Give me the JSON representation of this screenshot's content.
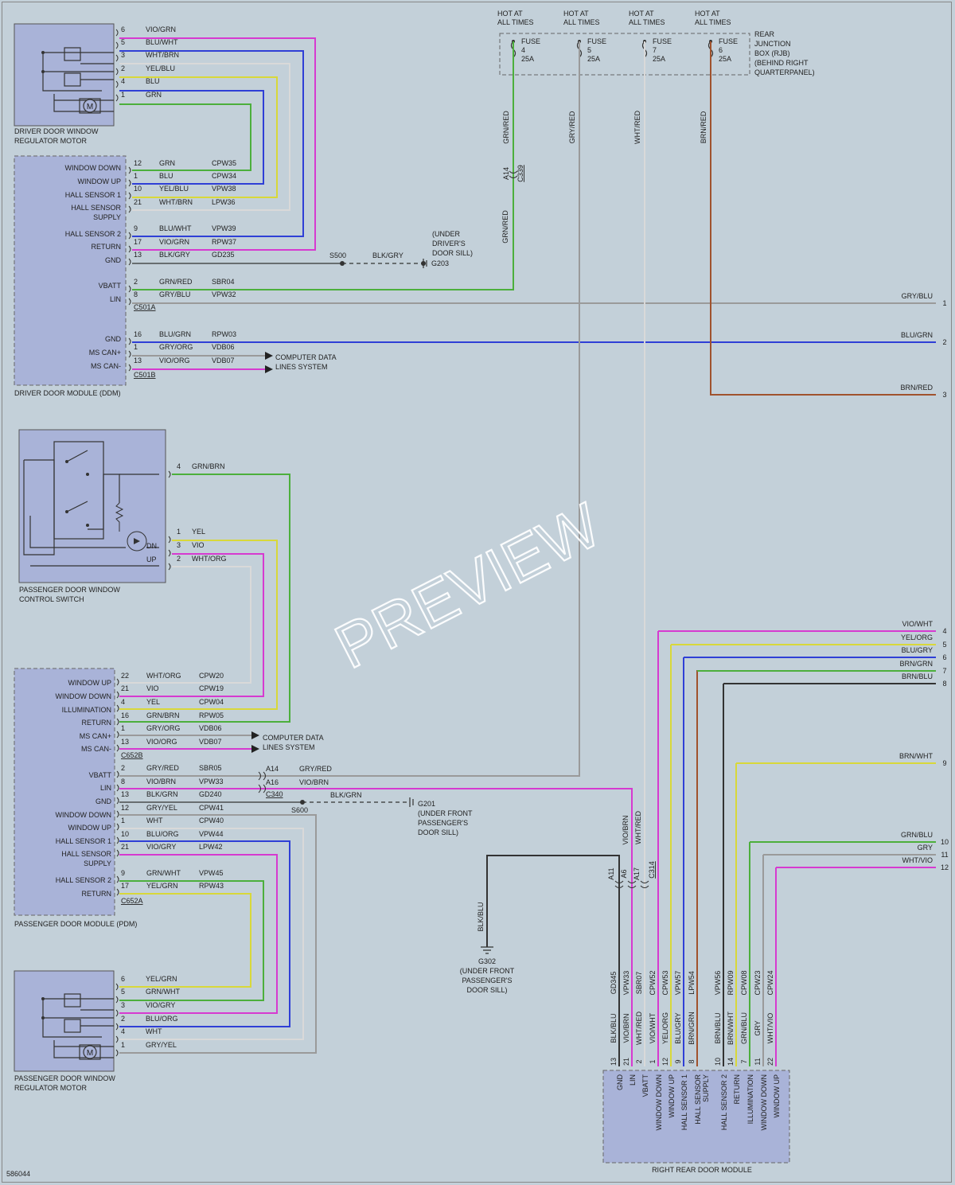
{
  "fuses": {
    "hot_label": "HOT AT\nALL TIMES",
    "items": [
      {
        "label": "FUSE\n4\n25A",
        "wire": "GRN/RED"
      },
      {
        "label": "FUSE\n5\n25A",
        "wire": "GRY/RED"
      },
      {
        "label": "FUSE\n7\n25A",
        "wire": "WHT/RED"
      },
      {
        "label": "FUSE\n6\n25A",
        "wire": "BRN/RED"
      }
    ],
    "rjb_label": "REAR\nJUNCTION\nBOX (RJB)\n(BEHIND RIGHT\nQUARTERPANEL)"
  },
  "driver_motor": {
    "title": "DRIVER DOOR WINDOW\nREGULATOR MOTOR",
    "pins": [
      {
        "pin": "6",
        "wire": "VIO/GRN"
      },
      {
        "pin": "5",
        "wire": "BLU/WHT"
      },
      {
        "pin": "3",
        "wire": "WHT/BRN"
      },
      {
        "pin": "2",
        "wire": "YEL/BLU"
      },
      {
        "pin": "4",
        "wire": "BLU"
      },
      {
        "pin": "1",
        "wire": "GRN"
      }
    ]
  },
  "ddm": {
    "title": "DRIVER DOOR MODULE (DDM)",
    "rows": [
      {
        "label": "WINDOW DOWN",
        "pin": "12",
        "wire": "GRN",
        "circuit": "CPW35"
      },
      {
        "label": "WINDOW UP",
        "pin": "1",
        "wire": "BLU",
        "circuit": "CPW34"
      },
      {
        "label": "HALL SENSOR 1",
        "pin": "10",
        "wire": "YEL/BLU",
        "circuit": "VPW38"
      },
      {
        "label": "HALL SENSOR\nSUPPLY",
        "pin": "21",
        "wire": "WHT/BRN",
        "circuit": "LPW36"
      },
      {
        "label": "HALL SENSOR 2",
        "pin": "9",
        "wire": "BLU/WHT",
        "circuit": "VPW39"
      },
      {
        "label": "RETURN",
        "pin": "17",
        "wire": "VIO/GRN",
        "circuit": "RPW37"
      },
      {
        "label": "GND",
        "pin": "13",
        "wire": "BLK/GRY",
        "circuit": "GD235"
      },
      {
        "label": "VBATT",
        "pin": "2",
        "wire": "GRN/RED",
        "circuit": "SBR04"
      },
      {
        "label": "LIN",
        "pin": "8",
        "wire": "GRY/BLU",
        "circuit": "VPW32"
      },
      {
        "label": "GND",
        "pin": "16",
        "wire": "BLU/GRN",
        "circuit": "RPW03"
      },
      {
        "label": "MS CAN+",
        "pin": "1",
        "wire": "GRY/ORG",
        "circuit": "VDB06"
      },
      {
        "label": "MS CAN-",
        "pin": "13",
        "wire": "VIO/ORG",
        "circuit": "VDB07"
      }
    ],
    "connector_a": "C501A",
    "connector_b": "C501B",
    "splice": "S500",
    "gnd_wire": "BLK/GRY",
    "ground": "G203",
    "ground_loc": "(UNDER\nDRIVER'S\nDOOR SILL)",
    "can_label": "COMPUTER DATA\nLINES SYSTEM",
    "inline_conn": "C339",
    "inline_pin": "A14",
    "inline_wire": "GRN/RED"
  },
  "right_wires": [
    {
      "num": "1",
      "wire": "GRY/BLU"
    },
    {
      "num": "2",
      "wire": "BLU/GRN"
    },
    {
      "num": "3",
      "wire": "BRN/RED"
    },
    {
      "num": "4",
      "wire": "VIO/WHT"
    },
    {
      "num": "5",
      "wire": "YEL/ORG"
    },
    {
      "num": "6",
      "wire": "BLU/GRY"
    },
    {
      "num": "7",
      "wire": "BRN/GRN"
    },
    {
      "num": "8",
      "wire": "BRN/BLU"
    },
    {
      "num": "9",
      "wire": "BRN/WHT"
    },
    {
      "num": "10",
      "wire": "GRN/BLU"
    },
    {
      "num": "11",
      "wire": "GRY"
    },
    {
      "num": "12",
      "wire": "WHT/VIO"
    }
  ],
  "pass_switch": {
    "title": "PASSENGER DOOR WINDOW\nCONTROL SWITCH",
    "dn": "DN",
    "up": "UP",
    "pins": [
      {
        "pin": "4",
        "wire": "GRN/BRN"
      },
      {
        "pin": "1",
        "wire": "YEL"
      },
      {
        "pin": "3",
        "wire": "VIO"
      },
      {
        "pin": "2",
        "wire": "WHT/ORG"
      }
    ]
  },
  "pdm": {
    "title": "PASSENGER DOOR MODULE (PDM)",
    "rows": [
      {
        "label": "WINDOW UP",
        "pin": "22",
        "wire": "WHT/ORG",
        "circuit": "CPW20"
      },
      {
        "label": "WINDOW DOWN",
        "pin": "21",
        "wire": "VIO",
        "circuit": "CPW19"
      },
      {
        "label": "ILLUMINATION",
        "pin": "4",
        "wire": "YEL",
        "circuit": "CPW04"
      },
      {
        "label": "RETURN",
        "pin": "16",
        "wire": "GRN/BRN",
        "circuit": "RPW05"
      },
      {
        "label": "MS CAN+",
        "pin": "1",
        "wire": "GRY/ORG",
        "circuit": "VDB06"
      },
      {
        "label": "MS CAN-",
        "pin": "13",
        "wire": "VIO/ORG",
        "circuit": "VDB07"
      },
      {
        "label": "VBATT",
        "pin": "2",
        "wire": "GRY/RED",
        "circuit": "SBR05"
      },
      {
        "label": "LIN",
        "pin": "8",
        "wire": "VIO/BRN",
        "circuit": "VPW33"
      },
      {
        "label": "GND",
        "pin": "13",
        "wire": "BLK/GRN",
        "circuit": "GD240"
      },
      {
        "label": "WINDOW DOWN",
        "pin": "12",
        "wire": "GRY/YEL",
        "circuit": "CPW41"
      },
      {
        "label": "WINDOW UP",
        "pin": "1",
        "wire": "WHT",
        "circuit": "CPW40"
      },
      {
        "label": "HALL SENSOR 1",
        "pin": "10",
        "wire": "BLU/ORG",
        "circuit": "VPW44"
      },
      {
        "label": "HALL SENSOR\nSUPPLY",
        "pin": "21",
        "wire": "VIO/GRY",
        "circuit": "LPW42"
      },
      {
        "label": "HALL SENSOR 2",
        "pin": "9",
        "wire": "GRN/WHT",
        "circuit": "VPW45"
      },
      {
        "label": "RETURN",
        "pin": "17",
        "wire": "YEL/GRN",
        "circuit": "RPW43"
      }
    ],
    "connector_b": "C652B",
    "connector_a": "C652A",
    "can_label": "COMPUTER DATA\nLINES SYSTEM",
    "inline_conn": "C340",
    "inline_a14": "A14",
    "inline_a16": "A16",
    "inline_wire1": "GRY/RED",
    "inline_wire2": "VIO/BRN",
    "splice": "S600",
    "gnd_wire": "BLK/GRN",
    "ground": "G201",
    "ground_loc": "(UNDER FRONT\nPASSENGER'S\nDOOR SILL)"
  },
  "pass_motor": {
    "title": "PASSENGER DOOR WINDOW\nREGULATOR MOTOR",
    "pins": [
      {
        "pin": "6",
        "wire": "YEL/GRN"
      },
      {
        "pin": "5",
        "wire": "GRN/WHT"
      },
      {
        "pin": "3",
        "wire": "VIO/GRY"
      },
      {
        "pin": "2",
        "wire": "BLU/ORG"
      },
      {
        "pin": "4",
        "wire": "WHT"
      },
      {
        "pin": "1",
        "wire": "GRY/YEL"
      }
    ]
  },
  "rrdm": {
    "title": "RIGHT REAR DOOR MODULE",
    "c314": "C314",
    "inline_pins": [
      "A11",
      "A6",
      "A17"
    ],
    "inline_wires": [
      "VIO/BRN",
      "WHT/RED"
    ],
    "ground": "G302",
    "ground_wire": "BLK/BLU",
    "ground_loc": "(UNDER FRONT\nPASSENGER'S\nDOOR SILL)",
    "cols": [
      {
        "label": "GND",
        "pin": "13",
        "wire": "BLK/BLU",
        "circuit": "GD345"
      },
      {
        "label": "LIN",
        "pin": "21",
        "wire": "VIO/BRN",
        "circuit": "VPW33"
      },
      {
        "label": "VBATT",
        "pin": "2",
        "wire": "WHT/RED",
        "circuit": "SBR07"
      },
      {
        "label": "WINDOW DOWN",
        "pin": "1",
        "wire": "VIO/WHT",
        "circuit": "CPW52"
      },
      {
        "label": "WINDOW UP",
        "pin": "12",
        "wire": "YEL/ORG",
        "circuit": "CPW53"
      },
      {
        "label": "HALL SENSOR 1",
        "pin": "9",
        "wire": "BLU/GRY",
        "circuit": "VPW57"
      },
      {
        "label": "HALL SENSOR\nSUPPLY",
        "pin": "8",
        "wire": "BRN/GRN",
        "circuit": "LPW54"
      },
      {
        "label": "HALL SENSOR 2",
        "pin": "10",
        "wire": "BRN/BLU",
        "circuit": "VPW56"
      },
      {
        "label": "RETURN",
        "pin": "14",
        "wire": "BRN/WHT",
        "circuit": "RPW09"
      },
      {
        "label": "ILLUMINATION",
        "pin": "7",
        "wire": "GRN/BLU",
        "circuit": "CPW08"
      },
      {
        "label": "WINDOW DOWN",
        "pin": "11",
        "wire": "GRY",
        "circuit": "CPW23"
      },
      {
        "label": "WINDOW UP",
        "pin": "22",
        "wire": "WHT/VIO",
        "circuit": "CPW24"
      }
    ]
  },
  "figure_id": "586044",
  "watermark": "PREVIEW",
  "colors": {
    "GRN": "#4caf3c",
    "BLU": "#2f3fd6",
    "VIO": "#d63ad0",
    "WHT": "#d9d9d9",
    "YEL": "#d8d83a",
    "GRY": "#9a9a9a",
    "BRN": "#a0522d",
    "RED": "#d03030",
    "BLK": "#333333",
    "ORG": "#e08a20"
  }
}
